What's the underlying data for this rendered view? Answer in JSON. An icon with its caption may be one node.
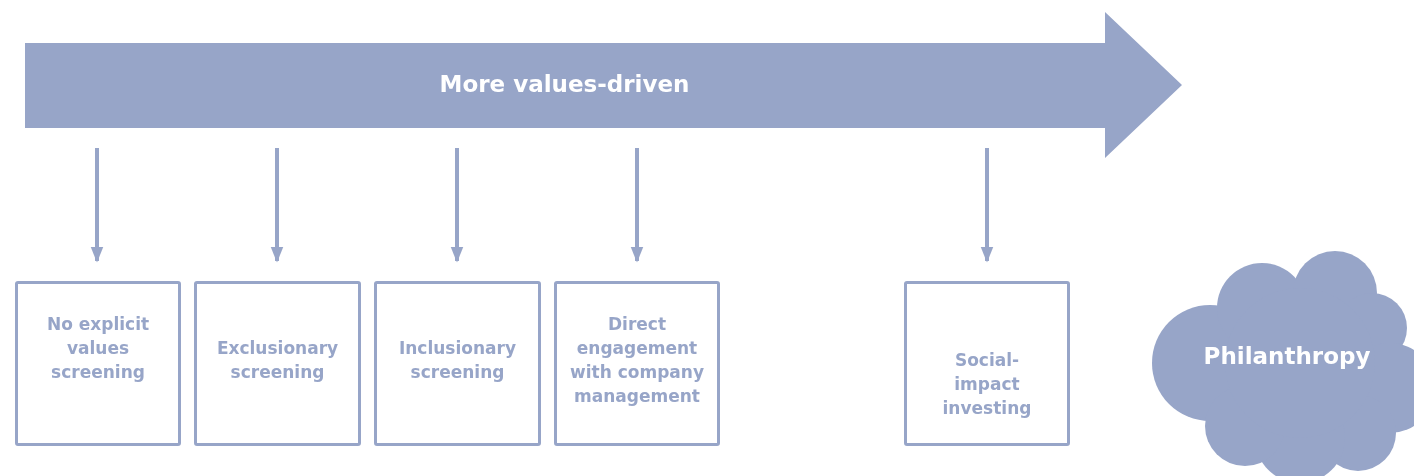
{
  "diagram": {
    "nodes": [
      {
        "text": [
          "More values-driven"
        ]
      },
      {
        "text": [
          "No explicit values screening"
        ]
      },
      {
        "text": [
          "Exclusionary screening"
        ]
      },
      {
        "text": [
          "Inclusionary screening"
        ]
      },
      {
        "text": [
          "Direct engagement with company management"
        ]
      },
      {
        "text": [
          "Social-impact investing"
        ]
      },
      {
        "text": [
          "Philanthropy"
        ]
      }
    ],
    "edges": [
      {
        "from": 0,
        "to": 1,
        "arrow": "to"
      },
      {
        "from": 0,
        "to": 2,
        "arrow": "to"
      },
      {
        "from": 0,
        "to": 3,
        "arrow": "to"
      },
      {
        "from": 0,
        "to": 4,
        "arrow": "to"
      },
      {
        "from": 0,
        "to": 5,
        "arrow": "to"
      }
    ]
  }
}
